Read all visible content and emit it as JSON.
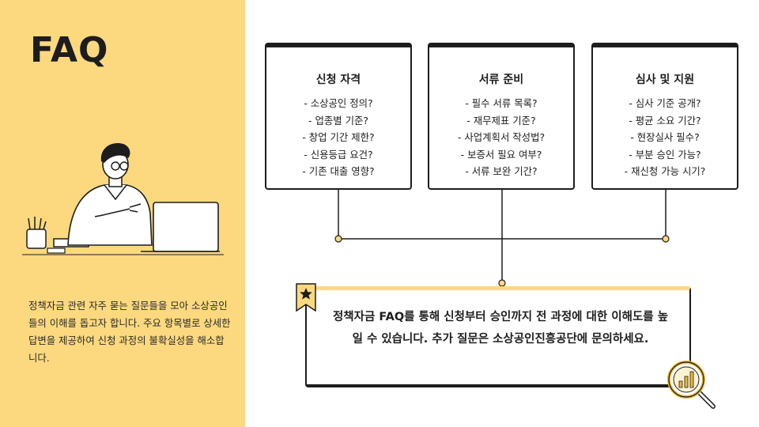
{
  "title": "FAQ",
  "description": "정책자금 관련 자주 묻는 질문들을 모아 소상공인들의 이해를 돕고자 합니다. 주요 항목별로 상세한 답변을 제공하여 신청 과정의 불확실성을 해소합니다.",
  "cards": [
    {
      "title": "신청 자격",
      "items": [
        "- 소상공인 정의?",
        "- 업종별 기준?",
        "- 창업 기간 제한?",
        "- 신용등급 요건?",
        "- 기존 대출 영향?"
      ]
    },
    {
      "title": "서류 준비",
      "items": [
        "- 필수 서류 목록?",
        "- 재무제표 기준?",
        "- 사업계획서 작성법?",
        "- 보증서 필요 여부?",
        "- 서류 보완 기간?"
      ]
    },
    {
      "title": "심사 및 지원",
      "items": [
        "- 심사 기준 공개?",
        "- 평균 소요 기간?",
        "- 현장실사 필수?",
        "- 부분 승인 가능?",
        "- 재신청 가능 시기?"
      ]
    }
  ],
  "summary": "정책자금 FAQ를 통해 신청부터 승인까지 전 과정에 대한 이해도를 높일 수 있습니다. 추가 질문은 소상공인진흥공단에 문의하세요.",
  "colors": {
    "accent": "#fcd97f",
    "connector": "#e8b93a",
    "ink": "#1d1d1d"
  },
  "icons": {
    "bookmark": "star-bookmark-icon",
    "magnifier": "magnifier-chart-icon",
    "illustration": "man-at-laptop-illustration"
  }
}
